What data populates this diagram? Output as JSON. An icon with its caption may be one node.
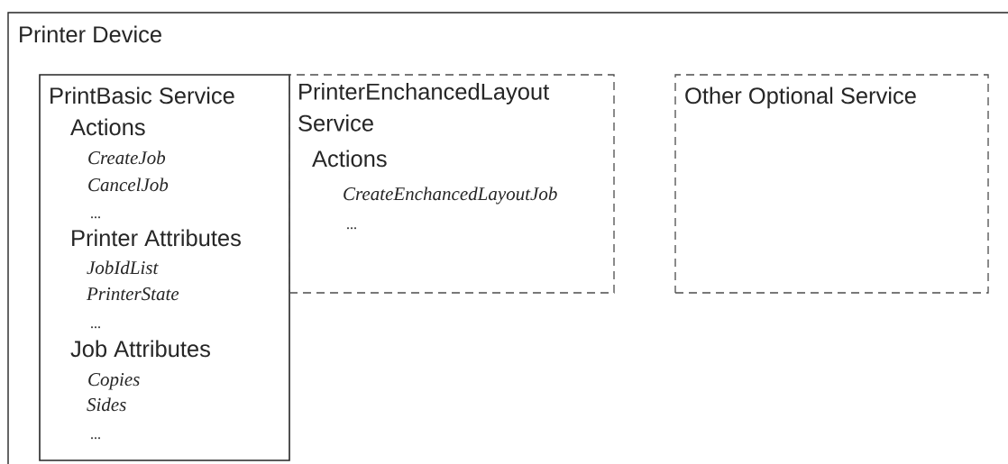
{
  "diagram": {
    "nodes": [
      {
        "text": [
          "Printer Device"
        ]
      },
      {
        "text": [
          "PrintBasic Service",
          "Actions",
          "CreateJob",
          "CancelJob",
          "...",
          "Printer Attributes",
          "JobIdList",
          "PrinterState",
          "...",
          "Job Attributes",
          "Copies",
          "Sides",
          "..."
        ],
        "in": 0
      },
      {
        "text": [
          "PrinterEnchancedLayout Service",
          "Actions",
          "CreateEnchancedLayoutJob",
          "..."
        ],
        "in": 0
      },
      {
        "text": [
          "Other Optional Service"
        ],
        "in": 0
      }
    ]
  }
}
